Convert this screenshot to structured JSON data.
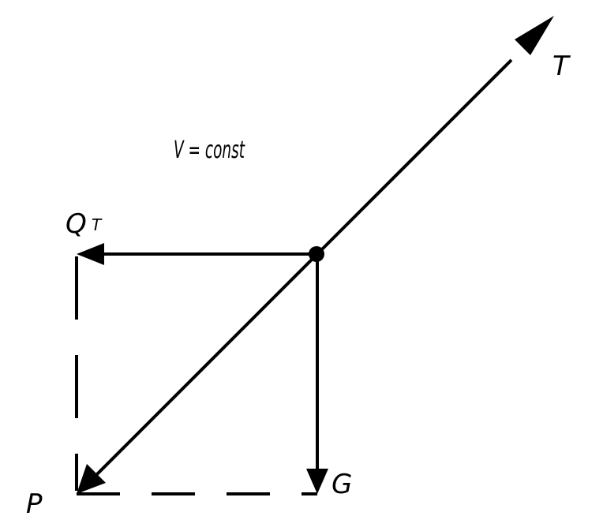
{
  "diagram": {
    "labels": {
      "equation": "V = const",
      "tension": "T",
      "drag": "Q",
      "drag_subscript": "T",
      "gravity": "G",
      "resultant": "P"
    },
    "colors": {
      "stroke": "#000000",
      "background": "#ffffff"
    }
  }
}
